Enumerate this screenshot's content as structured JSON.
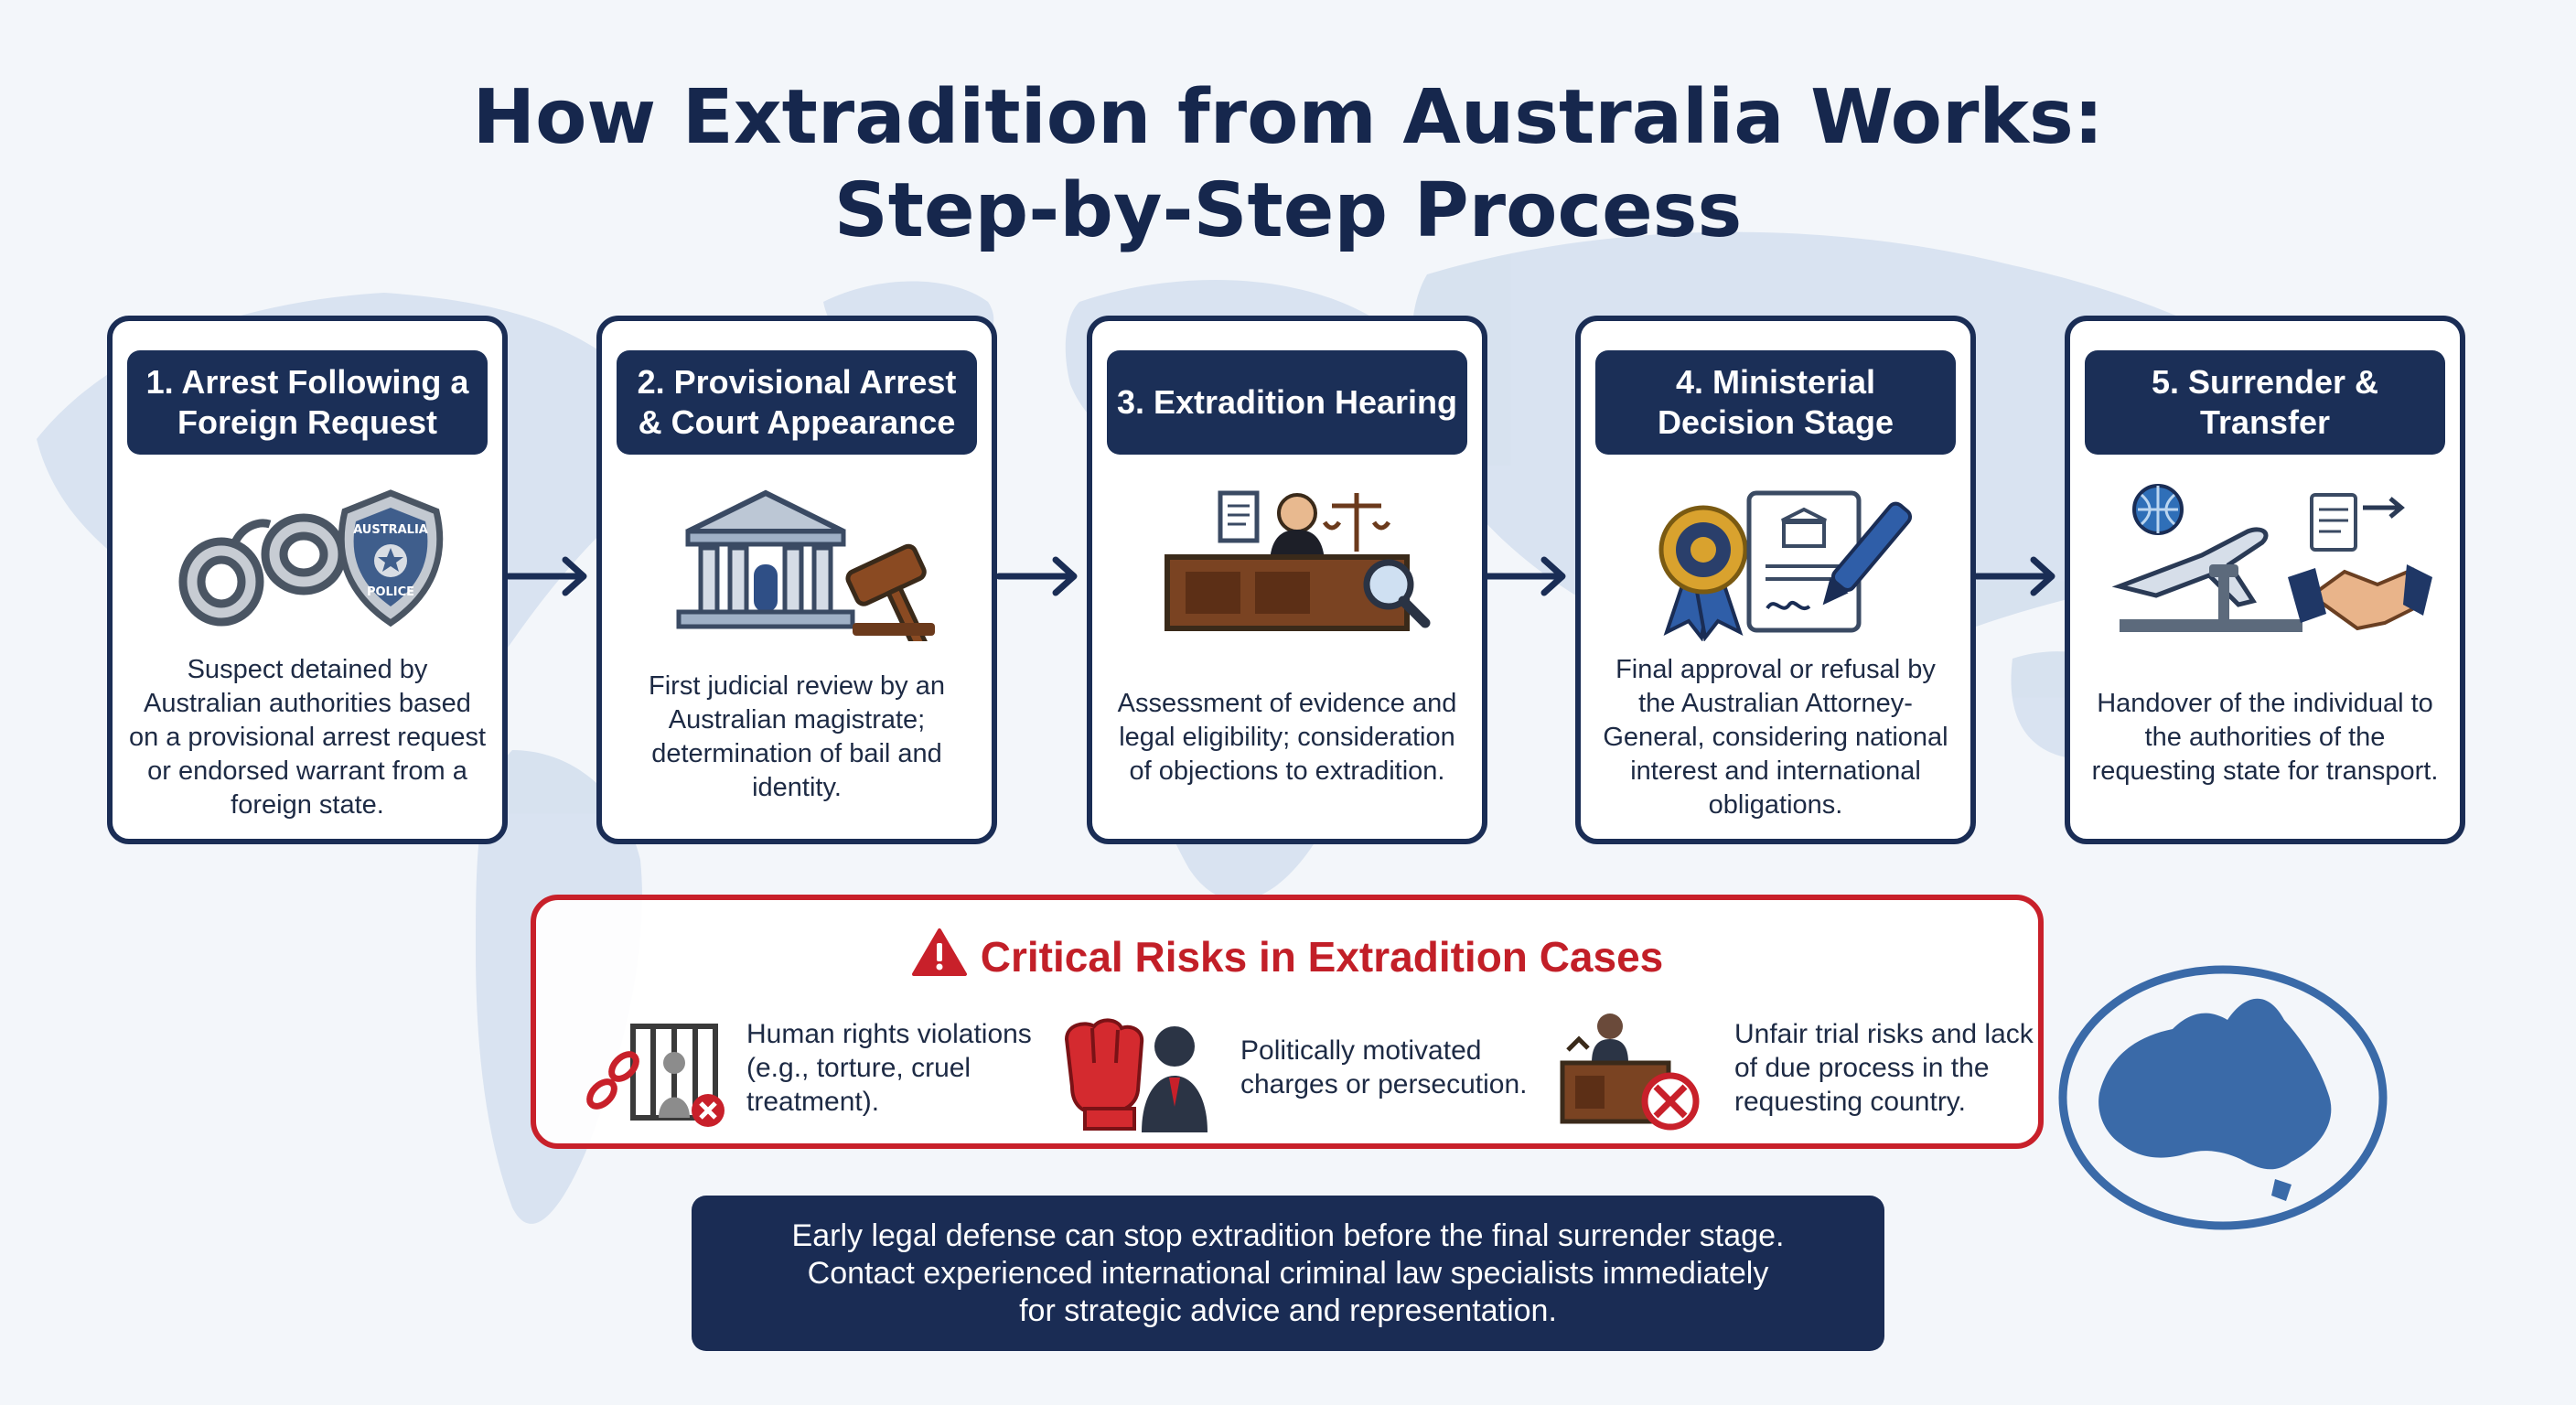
{
  "title": {
    "line1": "How Extradition from Australia Works:",
    "line2": "Step-by-Step Process"
  },
  "steps": [
    {
      "heading": "1. Arrest Following a Foreign Request",
      "description": "Suspect detained by Australian authorities based on a provisional arrest request or endorsed warrant from a foreign state.",
      "icon": "handcuffs-police-badge-icon",
      "badge_text_top": "AUSTRALIA",
      "badge_text_bottom": "POLICE"
    },
    {
      "heading": "2. Provisional Arrest & Court Appearance",
      "description": "First judicial review by an Australian magistrate; determination of bail and identity.",
      "icon": "courthouse-gavel-icon"
    },
    {
      "heading": "3. Extradition Hearing",
      "description": "Assessment of evidence and legal eligibility; consideration of objections to extradition.",
      "icon": "judge-bench-scales-icon"
    },
    {
      "heading": "4. Ministerial Decision Stage",
      "description": "Final approval or refusal by the Australian Attorney-General, considering national interest and international obligations.",
      "icon": "seal-document-pen-icon"
    },
    {
      "heading": "5. Surrender & Transfer",
      "description": "Handover of the individual to the authorities of the requesting state for transport.",
      "icon": "airplane-handshake-icon"
    }
  ],
  "risks": {
    "title": "Critical Risks in Extradition Cases",
    "items": [
      {
        "text": "Human rights violations (e.g., torture, cruel treatment).",
        "icon": "prison-broken-chain-icon"
      },
      {
        "text": "Politically motivated charges or persecution.",
        "icon": "raised-fist-person-icon"
      },
      {
        "text": "Unfair trial risks and lack of due process in the requesting country.",
        "icon": "courtroom-prohibited-icon"
      }
    ]
  },
  "cta": {
    "line1": "Early legal defense can stop extradition before the final surrender stage.",
    "line2": "Contact experienced international criminal law specialists immediately",
    "line3": "for strategic advice and representation."
  },
  "colors": {
    "navy": "#1a2d55",
    "risk_red": "#c8202a",
    "map_blue": "#3a6aa8",
    "background": "#f3f6fa"
  }
}
